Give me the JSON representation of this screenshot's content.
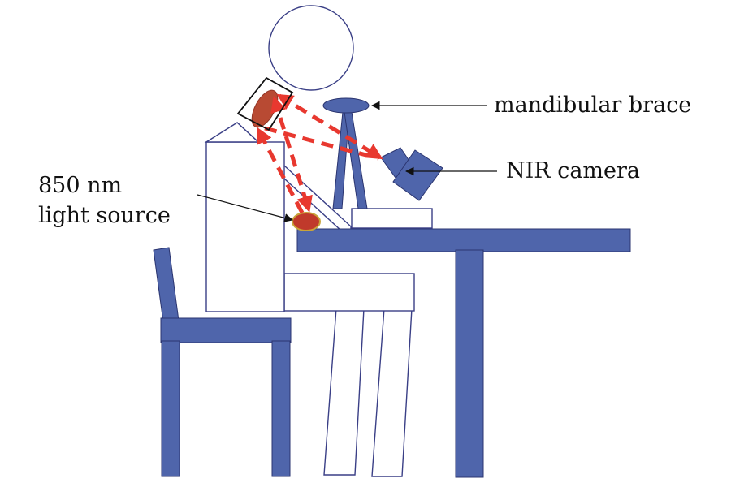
{
  "labels": {
    "mandibular_brace": "mandibular brace",
    "nir_camera": "NIR camera",
    "light_source_line1": "850 nm",
    "light_source_line2": "light source"
  },
  "colors": {
    "furniture": "#4f65ab",
    "outline": "#2b3570",
    "beam": "#e8382f",
    "neck": "#b84a33",
    "light_source": "#c0392b",
    "light_source_edge": "#c8a43a",
    "figure_fill": "#ffffff",
    "figure_stroke": "#3a3f86"
  },
  "icons": {
    "beam_arrow": "dashed-arrow",
    "leader_arrow": "arrowhead"
  }
}
